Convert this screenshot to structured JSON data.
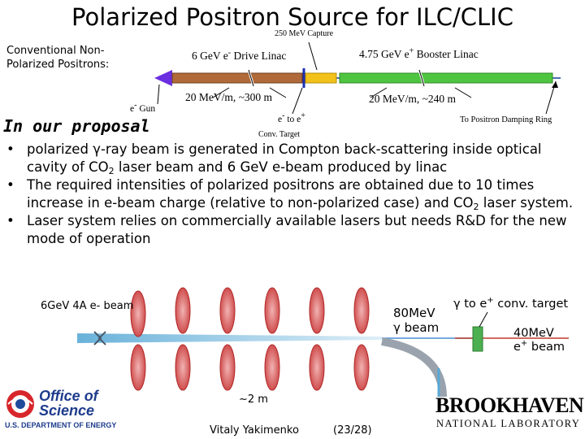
{
  "slide": {
    "title": "Polarized Positron Source for ILC/CLIC",
    "conventional_label_line1": "Conventional Non-",
    "conventional_label_line2": "Polarized Positrons:",
    "proposal_heading": "In our proposal"
  },
  "linac_diagram": {
    "capture_label": "250 MeV Capture",
    "drive_linac_text": "6 GeV e",
    "drive_linac_sup": "-",
    "drive_linac_rest": " Drive Linac",
    "booster_linac_text": "4.75 GeV e",
    "booster_linac_sup": "+",
    "booster_linac_rest": " Booster Linac",
    "drive_gradient": "20 MeV/m, ~300 m",
    "booster_gradient": "20 MeV/m, ~240 m",
    "gun_sup": "-",
    "gun_text": "e",
    "gun_rest": " Gun",
    "conversion_text": "e",
    "conversion_sup1": "-",
    "conversion_mid": " to e",
    "conversion_sup2": "+",
    "conv_target_label": "Conv. Target",
    "damping_ring_label": "To Positron Damping Ring",
    "colors": {
      "gun": "#6a2fe0",
      "drive_linac": "#b06a3a",
      "capture": "#f2c21a",
      "booster_linac": "#4fc441",
      "target": "#1c2fae",
      "beamline": "#4a6fb0"
    }
  },
  "bullets": {
    "b1_part1": "polarized ",
    "b1_gamma": "γ",
    "b1_part2": "-ray beam is generated in Compton back-scattering inside optical cavity of CO",
    "b1_co2_sub": "2",
    "b1_part3": " laser beam and 6 GeV e-beam produced by linac",
    "b2_part1": "The required intensities of polarized positrons are obtained due to 10 times increase in e-beam charge (relative to non-polarized case) and CO",
    "b2_co2_sub": "2",
    "b2_part2": " laser system.",
    "b3": "Laser system relies on commercially available lasers but needs R&D for the new mode of operation"
  },
  "cavity_diagram": {
    "ebeam_label": "6GeV 4A e- beam",
    "gamma_beam_line1": "80MeV",
    "gamma_beam_gamma": "γ",
    "gamma_beam_line2": " beam",
    "target_gamma": "γ",
    "target_text1": " to e",
    "target_sup": "+",
    "target_text2": " conv. target",
    "positron_line1": "40MeV",
    "positron_e": "e",
    "positron_sup": "+",
    "positron_line2": " beam",
    "distance_label": "~2 m",
    "colors": {
      "laser": "#d9534f",
      "laser_edge": "#b22a2a",
      "beam": "#58a9d6",
      "target": "#4caf50"
    }
  },
  "footer": {
    "doe_line1": "Office of",
    "doe_line2": "Science",
    "doe_sub": "U.S. DEPARTMENT OF ENERGY",
    "author": "Vitaly Yakimenko",
    "page": "(23/28)",
    "lab_name": "BROOKHAVEN",
    "lab_sub": "NATIONAL LABORATORY"
  }
}
